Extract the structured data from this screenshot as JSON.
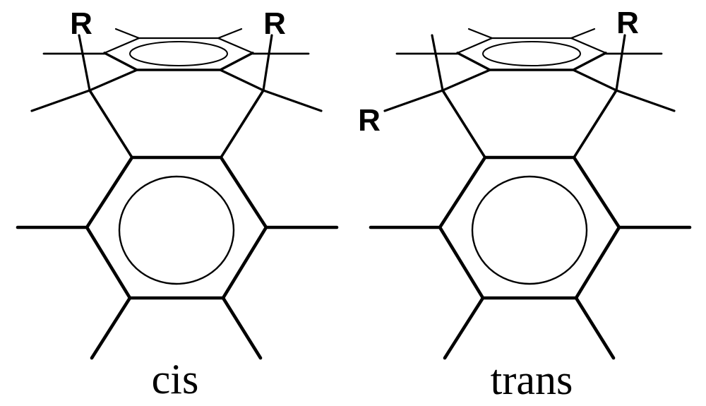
{
  "figure": {
    "background_color": "#ffffff",
    "line_color": "#000000",
    "description": "Two bridged cyclophane chemical structures shown side by side, each with a top benzene ring drawn in perspective (flattened hexagon with inner ellipse) and a bottom benzene ring drawn face-on (hexagon with inner circle), connected by two quaternary bridge carbons bearing R groups"
  },
  "molecules": [
    {
      "id": "cis-isomer",
      "label": "cis",
      "r_labels": [
        {
          "text": "R",
          "position": "top-left"
        },
        {
          "text": "R",
          "position": "top-right"
        }
      ]
    },
    {
      "id": "trans-isomer",
      "label": "trans",
      "r_labels": [
        {
          "text": "R",
          "position": "mid-left"
        },
        {
          "text": "R",
          "position": "top-right"
        }
      ]
    }
  ]
}
